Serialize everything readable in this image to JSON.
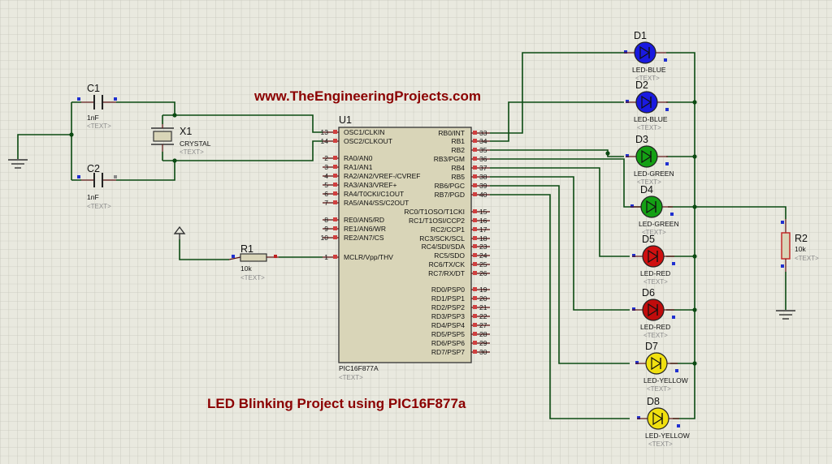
{
  "titles": {
    "website": "www.TheEngineeringProjects.com",
    "project": "LED Blinking Project using PIC16F877a"
  },
  "placeholder": "<TEXT>",
  "colors": {
    "background": "#e9e9df",
    "grid": "#c6c6bb",
    "wire": "#0b4a12",
    "title": "#8b0000",
    "ic_body": "#d9d5b8"
  },
  "mcu": {
    "ref": "U1",
    "part": "PIC16F877A",
    "left_pins": [
      {
        "num": "13",
        "name": "OSC1/CLKIN"
      },
      {
        "num": "14",
        "name": "OSC2/CLKOUT"
      },
      {
        "num": "2",
        "name": "RA0/AN0"
      },
      {
        "num": "3",
        "name": "RA1/AN1"
      },
      {
        "num": "4",
        "name": "RA2/AN2/VREF-/CVREF"
      },
      {
        "num": "5",
        "name": "RA3/AN3/VREF+"
      },
      {
        "num": "6",
        "name": "RA4/T0CKI/C1OUT"
      },
      {
        "num": "7",
        "name": "RA5/AN4/SS/C2OUT"
      },
      {
        "num": "8",
        "name": "RE0/AN5/RD"
      },
      {
        "num": "9",
        "name": "RE1/AN6/WR"
      },
      {
        "num": "10",
        "name": "RE2/AN7/CS"
      },
      {
        "num": "1",
        "name": "MCLR/Vpp/THV"
      }
    ],
    "right_pins": [
      {
        "num": "33",
        "name": "RB0/INT"
      },
      {
        "num": "34",
        "name": "RB1"
      },
      {
        "num": "35",
        "name": "RB2"
      },
      {
        "num": "36",
        "name": "RB3/PGM"
      },
      {
        "num": "37",
        "name": "RB4"
      },
      {
        "num": "38",
        "name": "RB5"
      },
      {
        "num": "39",
        "name": "RB6/PGC"
      },
      {
        "num": "40",
        "name": "RB7/PGD"
      },
      {
        "num": "15",
        "name": "RC0/T1OSO/T1CKI"
      },
      {
        "num": "16",
        "name": "RC1/T1OSI/CCP2"
      },
      {
        "num": "17",
        "name": "RC2/CCP1"
      },
      {
        "num": "18",
        "name": "RC3/SCK/SCL"
      },
      {
        "num": "23",
        "name": "RC4/SDI/SDA"
      },
      {
        "num": "24",
        "name": "RC5/SDO"
      },
      {
        "num": "25",
        "name": "RC6/TX/CK"
      },
      {
        "num": "26",
        "name": "RC7/RX/DT"
      },
      {
        "num": "19",
        "name": "RD0/PSP0"
      },
      {
        "num": "20",
        "name": "RD1/PSP1"
      },
      {
        "num": "21",
        "name": "RD2/PSP2"
      },
      {
        "num": "22",
        "name": "RD3/PSP3"
      },
      {
        "num": "27",
        "name": "RD4/PSP4"
      },
      {
        "num": "28",
        "name": "RD5/PSP5"
      },
      {
        "num": "29",
        "name": "RD6/PSP6"
      },
      {
        "num": "30",
        "name": "RD7/PSP7"
      }
    ]
  },
  "components": {
    "c1": {
      "ref": "C1",
      "value": "1nF"
    },
    "c2": {
      "ref": "C2",
      "value": "1nF"
    },
    "x1": {
      "ref": "X1",
      "value": "CRYSTAL"
    },
    "r1": {
      "ref": "R1",
      "value": "10k"
    },
    "r2": {
      "ref": "R2",
      "value": "10k"
    }
  },
  "leds": [
    {
      "ref": "D1",
      "label": "LED-BLUE",
      "color": "#1a1ae0"
    },
    {
      "ref": "D2",
      "label": "LED-BLUE",
      "color": "#1a1ae0"
    },
    {
      "ref": "D3",
      "label": "LED-GREEN",
      "color": "#14a014"
    },
    {
      "ref": "D4",
      "label": "LED-GREEN",
      "color": "#14a014"
    },
    {
      "ref": "D5",
      "label": "LED-RED",
      "color": "#d01010"
    },
    {
      "ref": "D6",
      "label": "LED-RED",
      "color": "#c00c0c"
    },
    {
      "ref": "D7",
      "label": "LED-YELLOW",
      "color": "#f0e010"
    },
    {
      "ref": "D8",
      "label": "LED-YELLOW",
      "color": "#f0e010"
    }
  ]
}
